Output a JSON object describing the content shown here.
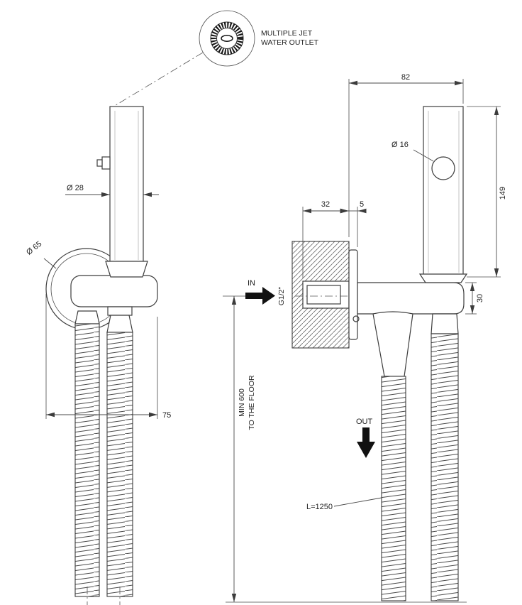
{
  "drawing": {
    "callout": {
      "line1": "MULTIPLE JET",
      "line2": "WATER OUTLET"
    },
    "front_view": {
      "dim_handle_diameter": "Ø 28",
      "dim_plate_diameter": "Ø 65",
      "dim_projection": "75"
    },
    "side_view": {
      "dim_projection_total": "82",
      "dim_wall_depth": "32",
      "dim_plate_thickness": "5",
      "dim_handle_height": "149",
      "dim_holder_height": "30",
      "dim_outlet_diameter": "Ø 16",
      "inlet_label": "IN",
      "inlet_thread": "G1/2\"",
      "outlet_label": "OUT",
      "floor_line1": "MIN 600",
      "floor_line2": "TO THE FLOOR",
      "hose_length": "L=1250"
    }
  },
  "colors": {
    "line": "#3c3c3c",
    "dim_line": "#4a4a4a",
    "text": "#222222",
    "flow_arrow": "#111111",
    "background": "#ffffff"
  }
}
